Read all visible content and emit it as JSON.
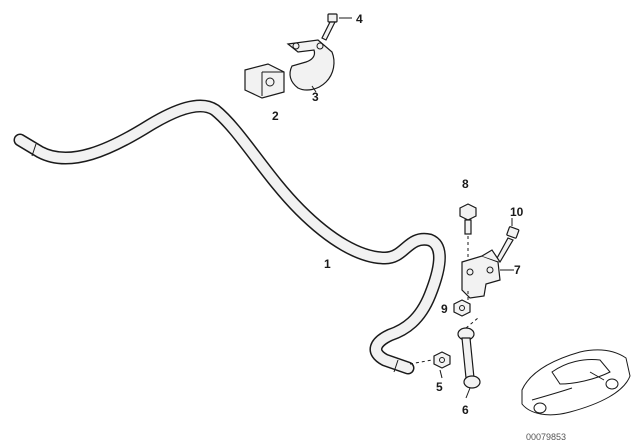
{
  "callouts": {
    "p1": "1",
    "p2": "2",
    "p3": "3",
    "p4": "4",
    "p5": "5",
    "p6": "6",
    "p7": "7",
    "p8": "8",
    "p9": "9",
    "p10": "10"
  },
  "reference_code": "00079853",
  "colors": {
    "ink": "#1a1a1a",
    "fill": "#f2f2f2",
    "background": "#ffffff"
  }
}
